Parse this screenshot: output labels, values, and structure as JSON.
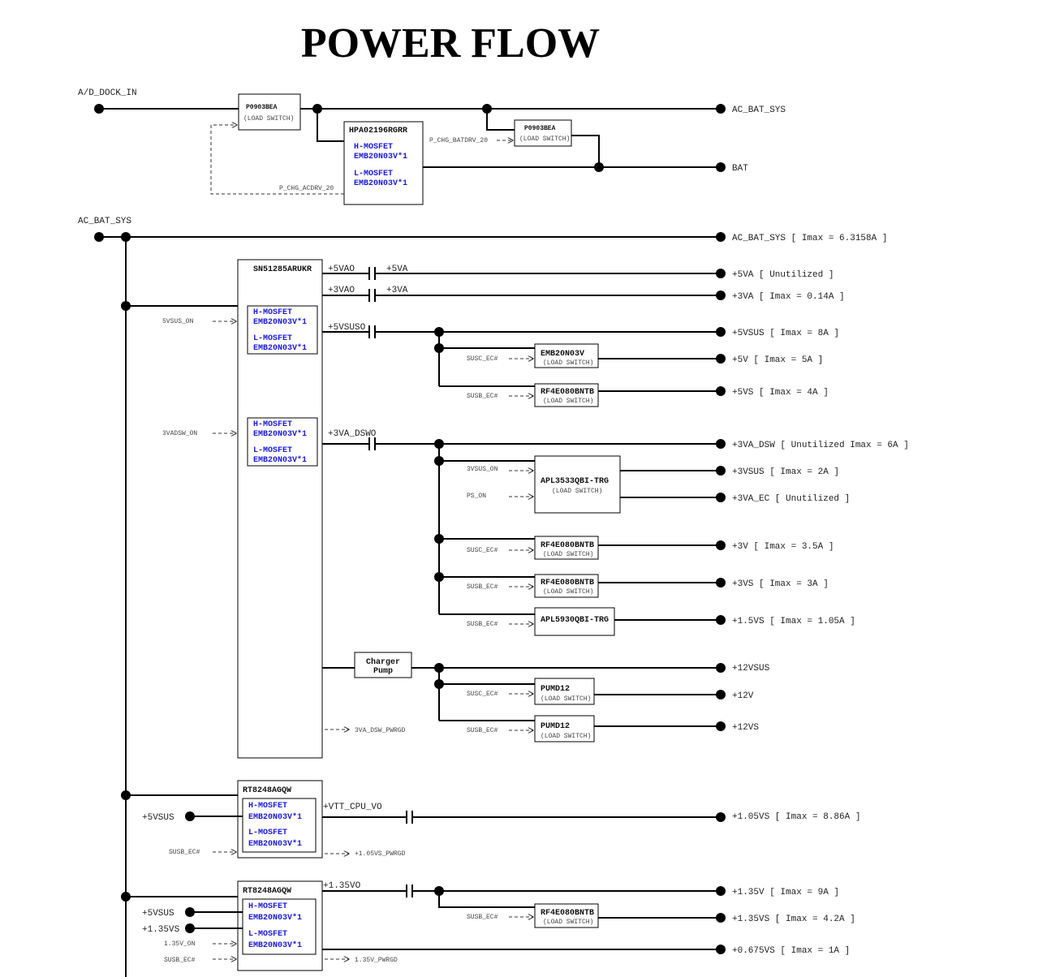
{
  "title": "POWER FLOW",
  "labels": {
    "ad_dock_in": "A/D_DOCK_IN",
    "ac_bat_sys_in": "AC_BAT_SYS",
    "p_chg_batdrv": "P_CHG_BATDRV_20",
    "p_chg_acdrv": "P_CHG_ACDRV_20",
    "vsus5_on": "5VSUS_ON",
    "vadsw3_on": "3VADSW_ON",
    "vsus3_on": "3VSUS_ON",
    "ps_on": "PS_ON",
    "susc_ec_1": "SUSC_EC#",
    "susb_ec_1": "SUSB_EC#",
    "susc_ec_2": "SUSC_EC#",
    "susb_ec_2": "SUSB_EC#",
    "susb_ec_3": "SUSB_EC#",
    "susc_ec_3": "SUSC_EC#",
    "susb_ec_4": "SUSB_EC#",
    "susb_ec_5": "SUSB_EC#",
    "susb_ec_6": "SUSB_EC#",
    "susb_ec_7": "SUSB_EC#",
    "pwrgd_3va_dsw": "3VA_DSW_PWRGD",
    "pwrgd_105vs": "+1.05VS_PWRGD",
    "pwrgd_135v": "1.35V_PWRGD",
    "in_5vsus_a": "+5VSUS",
    "in_5vsus_b": "+5VSUS",
    "in_135vs": "+1.35VS",
    "in_135v_on": "1.35V_ON",
    "rail_5vao": "+5VAO",
    "rail_5va": "+5VA",
    "rail_3vao": "+3VAO",
    "rail_3va": "+3VA",
    "rail_5vsuso": "+5VSUSO",
    "rail_3va_dswo": "+3VA_DSWO",
    "rail_vtt_cpu_vo": "+VTT_CPU_VO",
    "rail_135vo": "+1.35VO"
  },
  "chips": {
    "p0903bea_1": "P0903BEA",
    "p0903bea_2": "P0903BEA",
    "load_switch": "(LOAD SWITCH)",
    "hpa": "HPA02196RGRR",
    "sn": "SN51285ARUKR",
    "emb_ls": "EMB20N03V",
    "rf_1": "RF4E080BNTB",
    "apl3533": "APL3533QBI-TRG",
    "rf_2": "RF4E080BNTB",
    "rf_3": "RF4E080BNTB",
    "apl5930": "APL5930QBI-TRG",
    "charger_pump_1": "Charger",
    "charger_pump_2": "Pump",
    "pumd12_1": "PUMD12",
    "pumd12_2": "PUMD12",
    "rt_1": "RT8248AGQW",
    "rt_2": "RT8248AGQW",
    "rf_4": "RF4E080BNTB",
    "h_mosfet": "H-MOSFET",
    "l_mosfet": "L-MOSFET",
    "emb_part": "EMB20N03V*1"
  },
  "outputs": {
    "ac_bat_sys_top": "AC_BAT_SYS",
    "bat": "BAT",
    "ac_bat_sys_main": "AC_BAT_SYS [ Imax = 6.3158A ]",
    "o_5va": "+5VA [ Unutilized ]",
    "o_3va": "+3VA [ Imax = 0.14A ]",
    "o_5vsus": "+5VSUS [ Imax = 8A ]",
    "o_5v": "+5V [ Imax = 5A ]",
    "o_5vs": "+5VS [ Imax = 4A ]",
    "o_3va_dsw": "+3VA_DSW [ Unutilized Imax = 6A ]",
    "o_3vsus": "+3VSUS [ Imax = 2A ]",
    "o_3va_ec": "+3VA_EC [ Unutilized ]",
    "o_3v": "+3V [ Imax = 3.5A ]",
    "o_3vs": "+3VS [ Imax = 3A ]",
    "o_15vs": "+1.5VS [ Imax = 1.05A ]",
    "o_12vsus": "+12VSUS",
    "o_12v": "+12V",
    "o_12vs": "+12VS",
    "o_105vs": "+1.05VS  [ Imax = 8.86A ]",
    "o_135v": "+1.35V  [ Imax = 9A ]",
    "o_135vs": "+1.35VS  [ Imax = 4.2A ]",
    "o_0675vs": "+0.675VS  [ Imax = 1A ]"
  }
}
